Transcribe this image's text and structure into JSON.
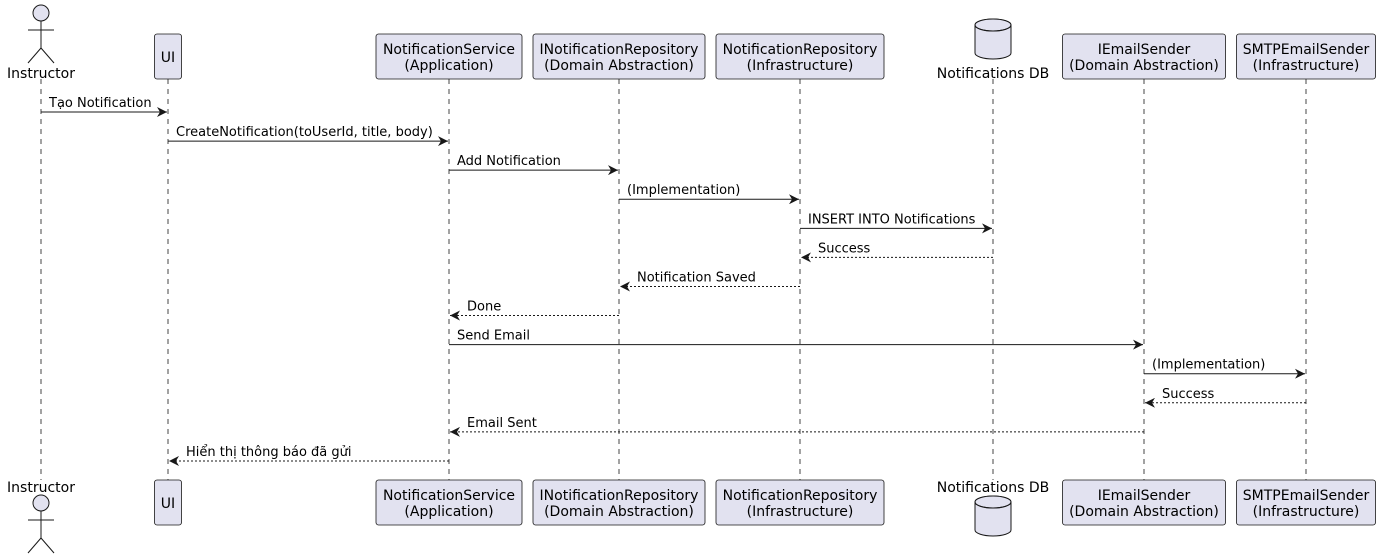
{
  "participants": [
    {
      "id": "instructor",
      "kind": "actor",
      "lines": [
        "Instructor"
      ]
    },
    {
      "id": "ui",
      "kind": "box",
      "lines": [
        "UI"
      ]
    },
    {
      "id": "notification_service",
      "kind": "box",
      "lines": [
        "NotificationService",
        "(Application)"
      ]
    },
    {
      "id": "inotification_repository",
      "kind": "box",
      "lines": [
        "INotificationRepository",
        "(Domain Abstraction)"
      ]
    },
    {
      "id": "notification_repository",
      "kind": "box",
      "lines": [
        "NotificationRepository",
        "(Infrastructure)"
      ]
    },
    {
      "id": "notifications_db",
      "kind": "database",
      "lines": [
        "Notifications DB"
      ]
    },
    {
      "id": "iemail_sender",
      "kind": "box",
      "lines": [
        "IEmailSender",
        "(Domain Abstraction)"
      ]
    },
    {
      "id": "smtp_email_sender",
      "kind": "box",
      "lines": [
        "SMTPEmailSender",
        "(Infrastructure)"
      ]
    }
  ],
  "messages": [
    {
      "from": "instructor",
      "to": "ui",
      "label": "Tạo Notification",
      "style": "solid"
    },
    {
      "from": "ui",
      "to": "notification_service",
      "label": "CreateNotification(toUserId, title, body)",
      "style": "solid"
    },
    {
      "from": "notification_service",
      "to": "inotification_repository",
      "label": "Add Notification",
      "style": "solid"
    },
    {
      "from": "inotification_repository",
      "to": "notification_repository",
      "label": "(Implementation)",
      "style": "solid"
    },
    {
      "from": "notification_repository",
      "to": "notifications_db",
      "label": "INSERT INTO Notifications",
      "style": "solid"
    },
    {
      "from": "notifications_db",
      "to": "notification_repository",
      "label": "Success",
      "style": "dashed"
    },
    {
      "from": "notification_repository",
      "to": "inotification_repository",
      "label": "Notification Saved",
      "style": "dashed"
    },
    {
      "from": "inotification_repository",
      "to": "notification_service",
      "label": "Done",
      "style": "dashed"
    },
    {
      "from": "notification_service",
      "to": "iemail_sender",
      "label": "Send Email",
      "style": "solid"
    },
    {
      "from": "iemail_sender",
      "to": "smtp_email_sender",
      "label": "(Implementation)",
      "style": "solid"
    },
    {
      "from": "smtp_email_sender",
      "to": "iemail_sender",
      "label": "Success",
      "style": "dashed"
    },
    {
      "from": "iemail_sender",
      "to": "notification_service",
      "label": "Email Sent",
      "style": "dashed"
    },
    {
      "from": "notification_service",
      "to": "ui",
      "label": "Hiển thị thông báo đã gửi",
      "style": "dashed"
    }
  ],
  "colors": {
    "participant_fill": "#E2E2F0",
    "participant_border": "#181818",
    "lifeline": "#181818",
    "arrow": "#181818",
    "text": "#000000"
  }
}
